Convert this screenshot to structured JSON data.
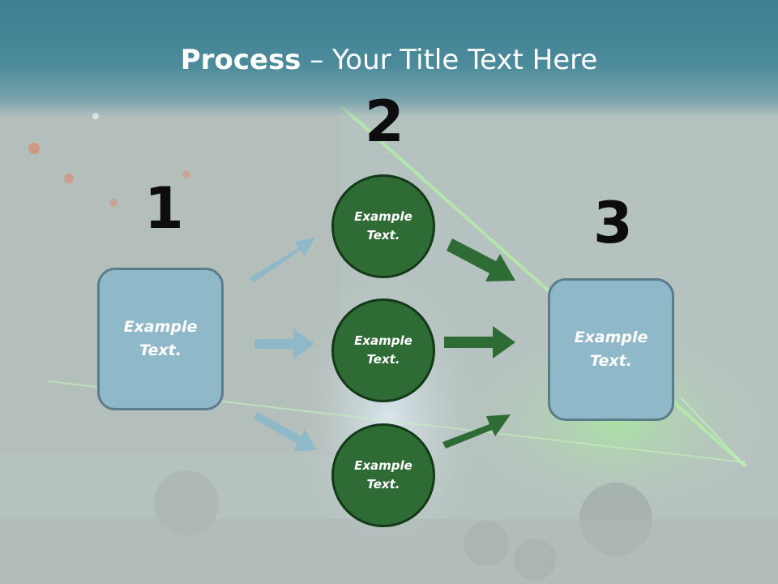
{
  "slide": {
    "title_bold": "Process",
    "title_rest": " – Your Title Text Here"
  },
  "steps": {
    "one": "1",
    "two": "2",
    "three": "3"
  },
  "boxes": {
    "left": {
      "line1": "Example",
      "line2": "Text."
    },
    "right": {
      "line1": "Example",
      "line2": "Text."
    }
  },
  "circles": [
    {
      "line1": "Example",
      "line2": "Text."
    },
    {
      "line1": "Example",
      "line2": "Text."
    },
    {
      "line1": "Example",
      "line2": "Text."
    }
  ],
  "colors": {
    "box_fill": "#8fb9c9",
    "circle_fill": "#2f6b35",
    "left_arrow": "#8fb9c9",
    "right_arrow": "#2f6b35",
    "header": "#3f7f92"
  }
}
